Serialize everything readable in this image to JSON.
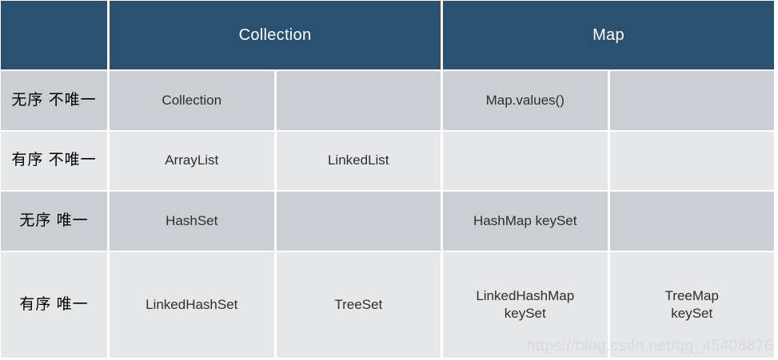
{
  "table": {
    "corner_label": "",
    "groups": [
      {
        "id": "collection",
        "label": "Collection",
        "span": 2
      },
      {
        "id": "map",
        "label": "Map",
        "span": 2
      }
    ],
    "rows": [
      {
        "id": "unordered-nonunique",
        "label_line1": "无序",
        "label_line2": "不唯一",
        "band": "dark",
        "cells": [
          {
            "id": "collection-1",
            "line1": "Collection",
            "line2": ""
          },
          {
            "id": "collection-2",
            "line1": "",
            "line2": ""
          },
          {
            "id": "map-1",
            "line1": "Map.values()",
            "line2": ""
          },
          {
            "id": "map-2",
            "line1": "",
            "line2": ""
          }
        ]
      },
      {
        "id": "ordered-nonunique",
        "label_line1": "有序",
        "label_line2": "不唯一",
        "band": "light",
        "cells": [
          {
            "id": "collection-1",
            "line1": "ArrayList",
            "line2": ""
          },
          {
            "id": "collection-2",
            "line1": "LinkedList",
            "line2": ""
          },
          {
            "id": "map-1",
            "line1": "",
            "line2": ""
          },
          {
            "id": "map-2",
            "line1": "",
            "line2": ""
          }
        ]
      },
      {
        "id": "unordered-unique",
        "label_line1": "无序",
        "label_line2": "唯一",
        "band": "dark",
        "cells": [
          {
            "id": "collection-1",
            "line1": "HashSet",
            "line2": ""
          },
          {
            "id": "collection-2",
            "line1": "",
            "line2": ""
          },
          {
            "id": "map-1",
            "line1": "HashMap  keySet",
            "line2": ""
          },
          {
            "id": "map-2",
            "line1": "",
            "line2": ""
          }
        ]
      },
      {
        "id": "ordered-unique",
        "label_line1": "有序",
        "label_line2": "唯一",
        "band": "light",
        "cells": [
          {
            "id": "collection-1",
            "line1": "LinkedHashSet",
            "line2": ""
          },
          {
            "id": "collection-2",
            "line1": "TreeSet",
            "line2": ""
          },
          {
            "id": "map-1",
            "line1": "LinkedHashMap",
            "line2": "keySet"
          },
          {
            "id": "map-2",
            "line1": "TreeMap",
            "line2": "keySet"
          }
        ]
      }
    ]
  },
  "watermark": {
    "text": "https://blog.csdn.net/qq_45408876"
  },
  "colors": {
    "header_bg": "#2b5170",
    "header_text": "#ffffff",
    "band_dark": "#cbced3",
    "band_light": "#e6e7e9",
    "gridline": "#ffffff",
    "cell_text": "#2e2e2e",
    "watermark_text": "#d8d9dc"
  }
}
